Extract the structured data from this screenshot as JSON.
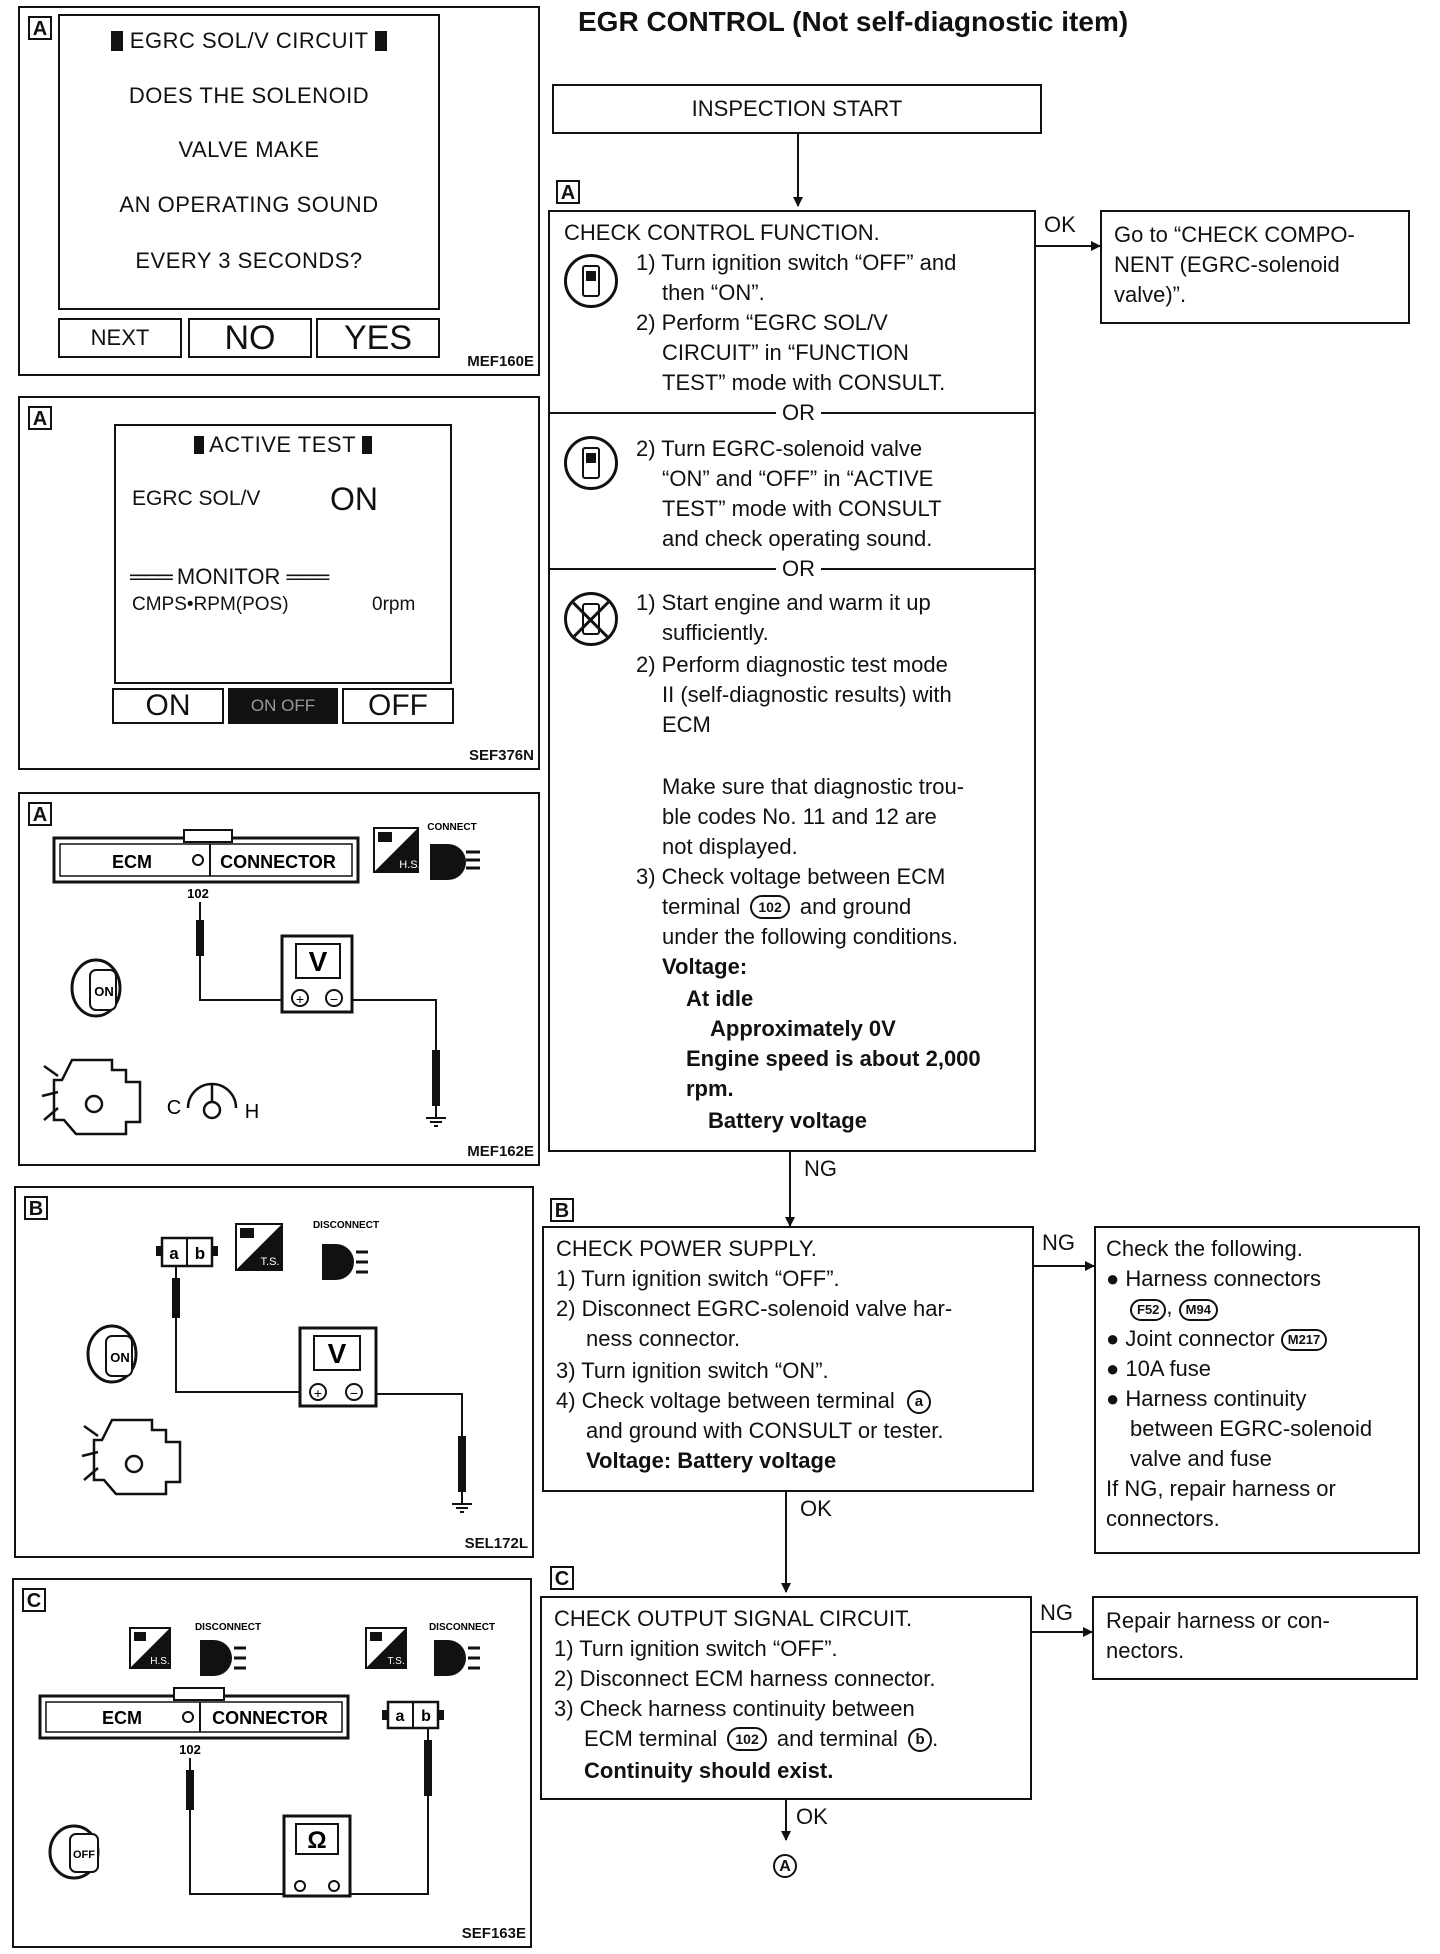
{
  "title": "EGR CONTROL (Not self-diagnostic item)",
  "colors": {
    "ink": "#111111",
    "paper": "#ffffff"
  },
  "panels": {
    "p1": {
      "tag": "A",
      "header": "EGRC SOL/V CIRCUIT",
      "lines": [
        "DOES THE SOLENOID",
        "VALVE MAKE",
        "AN OPERATING SOUND",
        "EVERY 3 SECONDS?"
      ],
      "buttons": [
        "NEXT",
        "NO",
        "YES"
      ],
      "code": "MEF160E"
    },
    "p2": {
      "tag": "A",
      "header": "ACTIVE TEST",
      "item_label": "EGRC SOL/V",
      "item_value": "ON",
      "monitor": "MONITOR",
      "monitor_item": "CMPS•RPM(POS)",
      "monitor_value": "0rpm",
      "buttons": [
        "ON",
        "ON OFF",
        "OFF"
      ],
      "code": "SEF376N"
    },
    "p3": {
      "tag": "A",
      "ecm": "ECM",
      "connector": "CONNECTOR",
      "pin": "102",
      "hs": "H.S.",
      "connect": "CONNECT",
      "meter": "V",
      "plus": "+",
      "minus": "−",
      "key": "ON",
      "cold": "C",
      "hot": "H",
      "code": "MEF162E"
    },
    "p4": {
      "tag": "B",
      "term_a": "a",
      "term_b": "b",
      "ts": "T.S.",
      "disconnect": "DISCONNECT",
      "meter": "V",
      "plus": "+",
      "minus": "−",
      "key": "ON",
      "code": "SEL172L"
    },
    "p5": {
      "tag": "C",
      "hs": "H.S.",
      "ts": "T.S.",
      "disconnect1": "DISCONNECT",
      "disconnect2": "DISCONNECT",
      "ecm": "ECM",
      "connector": "CONNECTOR",
      "pin": "102",
      "term_a": "a",
      "term_b": "b",
      "meter": "Ω",
      "key": "OFF",
      "code": "SEF163E"
    }
  },
  "flow": {
    "start": "INSPECTION START",
    "stepA": {
      "tag": "A",
      "heading": "CHECK CONTROL FUNCTION.",
      "s1_lines": [
        "1) Turn ignition switch “OFF” and",
        "then “ON”.",
        "2) Perform “EGRC SOL/V",
        "CIRCUIT” in “FUNCTION",
        "TEST” mode with CONSULT."
      ],
      "or1": "OR",
      "s2_lines": [
        "2) Turn EGRC-solenoid valve",
        "“ON” and “OFF” in “ACTIVE",
        "TEST” mode with CONSULT",
        "and check operating sound."
      ],
      "or2": "OR",
      "s3_lines": [
        "1) Start engine and warm it up",
        "sufficiently.",
        "2) Perform diagnostic test mode",
        "II (self-diagnostic results) with",
        "ECM",
        "",
        "Make sure that diagnostic trou-",
        "ble codes No. 11 and 12 are",
        "not displayed.",
        "3) Check voltage between ECM",
        "terminal",
        "under the following conditions."
      ],
      "terminal_no": "102",
      "and_ground": "and ground",
      "spec_lines": [
        "Voltage:",
        "At idle",
        "Approximately 0V",
        "Engine speed is about 2,000",
        "rpm.",
        "Battery voltage"
      ],
      "ok_label": "OK",
      "ok_result": [
        "Go to “CHECK COMPO-",
        "NENT (EGRC-solenoid",
        "valve)”."
      ],
      "ng_label": "NG"
    },
    "stepB": {
      "tag": "B",
      "lines": [
        "CHECK POWER SUPPLY.",
        "1) Turn ignition switch “OFF”.",
        "2) Disconnect EGRC-solenoid valve har-",
        "ness connector.",
        "3) Turn ignition switch “ON”.",
        "4) Check voltage between terminal",
        "and ground with CONSULT or tester."
      ],
      "terminal": "a",
      "spec": "Voltage: Battery voltage",
      "ng_label": "NG",
      "ng_heading": "Check the following.",
      "ng_items": [
        "Harness connectors",
        "Joint connector",
        "10A fuse",
        "Harness continuity"
      ],
      "ng_cont": [
        "between EGRC-solenoid",
        "valve and fuse"
      ],
      "conn1": "F52",
      "conn2": "M94",
      "conn3": "M217",
      "comma": ",",
      "ng_tail": [
        "If NG, repair harness or",
        "connectors."
      ],
      "ok_label": "OK"
    },
    "stepC": {
      "tag": "C",
      "lines": [
        "CHECK OUTPUT SIGNAL CIRCUIT.",
        "1) Turn ignition switch “OFF”.",
        "2) Disconnect ECM harness connector.",
        "3) Check harness continuity between",
        "ECM terminal",
        "and terminal"
      ],
      "terminal_no": "102",
      "terminal": "b",
      "spec": "Continuity should exist.",
      "ng_label": "NG",
      "ng_result": [
        "Repair harness or con-",
        "nectors."
      ],
      "ok_label": "OK",
      "end_marker": "A"
    }
  }
}
